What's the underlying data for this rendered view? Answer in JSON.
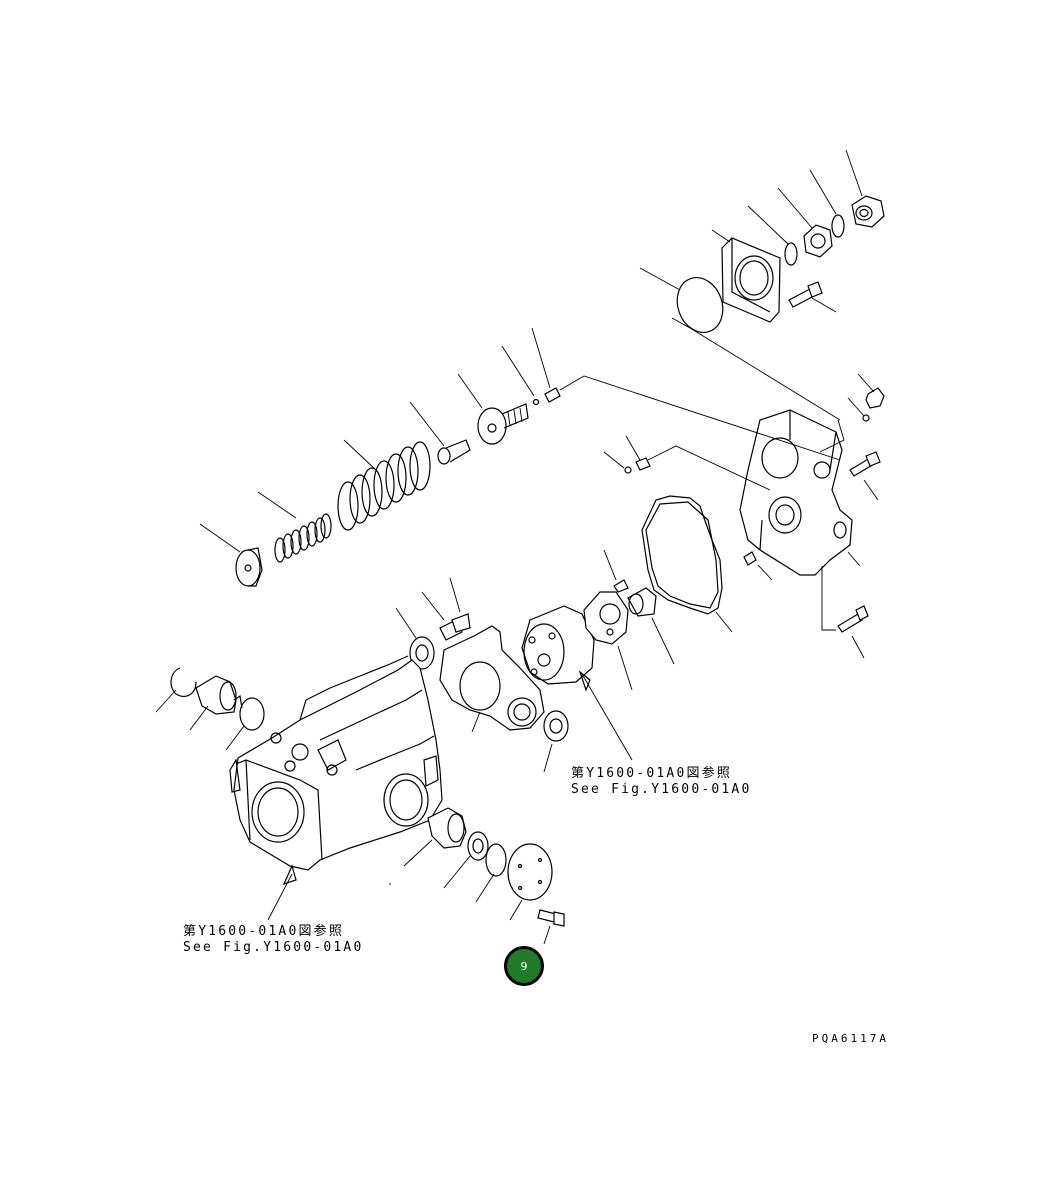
{
  "diagram": {
    "ref_label_1": {
      "line1": "第Y1600-01A0図参照",
      "line2": "See Fig.Y1600-01A0"
    },
    "ref_label_2": {
      "line1": "第Y1600-01A0図参照",
      "line2": "See Fig.Y1600-01A0"
    },
    "figure_code": "PQA6117A",
    "callout": {
      "number": "9",
      "color": "#1f7a2a"
    }
  }
}
